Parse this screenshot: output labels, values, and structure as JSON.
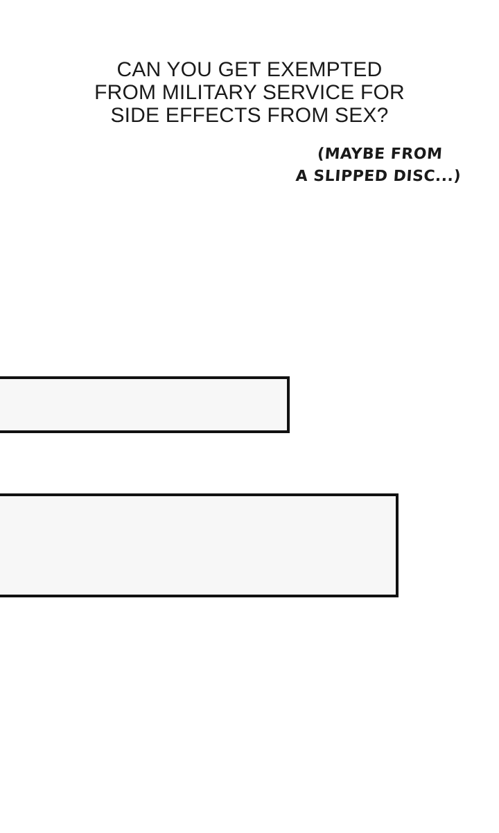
{
  "colors": {
    "background": "#ffffff",
    "ink": "#1a1a1a",
    "panel-border": "#111111",
    "panel-fill": "#f7f7f7"
  },
  "title": {
    "full_text": "CAN YOU GET EXEMPTED FROM MILITARY SERVICE FOR SIDE EFFECTS FROM SEX?",
    "lines": [
      "CAN YOU GET EXEMPTED",
      "FROM MILITARY SERVICE FOR",
      "SIDE EFFECTS FROM SEX?"
    ]
  },
  "annotation": {
    "full_text": "(MAYBE FROM A SLIPPED DISC...)",
    "lines": [
      "(MAYBE FROM",
      "A SLIPPED DISC...)"
    ]
  },
  "panels": [
    {
      "description": "empty speech panel, bleeds off left edge",
      "content": ""
    },
    {
      "description": "empty speech panel, bleeds off left edge",
      "content": ""
    }
  ]
}
